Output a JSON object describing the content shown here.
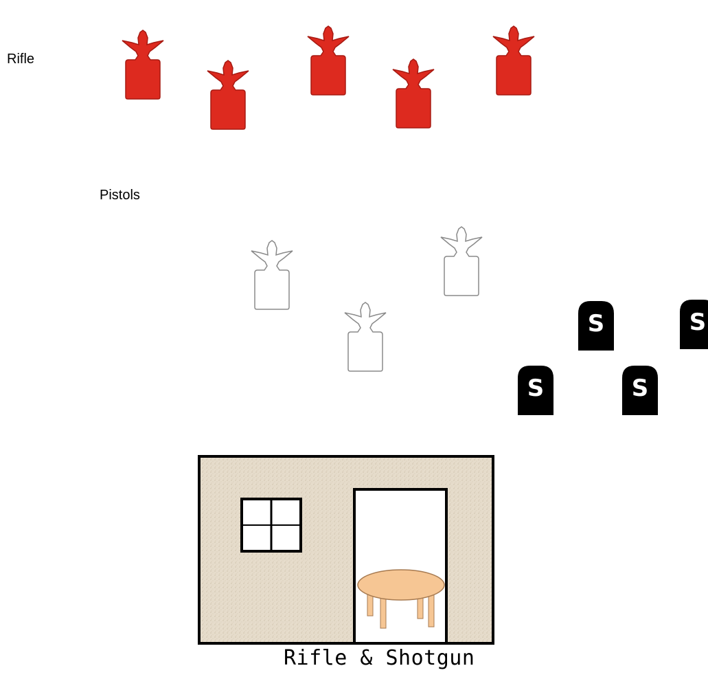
{
  "labels": {
    "rifle": "Rifle",
    "pistols": "Pistols",
    "caption": "Rifle & Shotgun"
  },
  "targets": {
    "rifle": {
      "count": 5,
      "color": "#dd2a1f",
      "outline": "#a71a12"
    },
    "pistol": {
      "count": 3,
      "color": "#ffffff",
      "outline": "#8a8a8a"
    }
  },
  "shotgun_plates": {
    "count": 4,
    "letter": "S",
    "color": "#000000",
    "letter_color": "#ffffff"
  },
  "building": {
    "wall_color": "#e6dccb",
    "border_color": "#000000",
    "door_color": "#ffffff",
    "window_color": "#ffffff",
    "table_color": "#f6c694",
    "table_outline": "#a77a50"
  }
}
